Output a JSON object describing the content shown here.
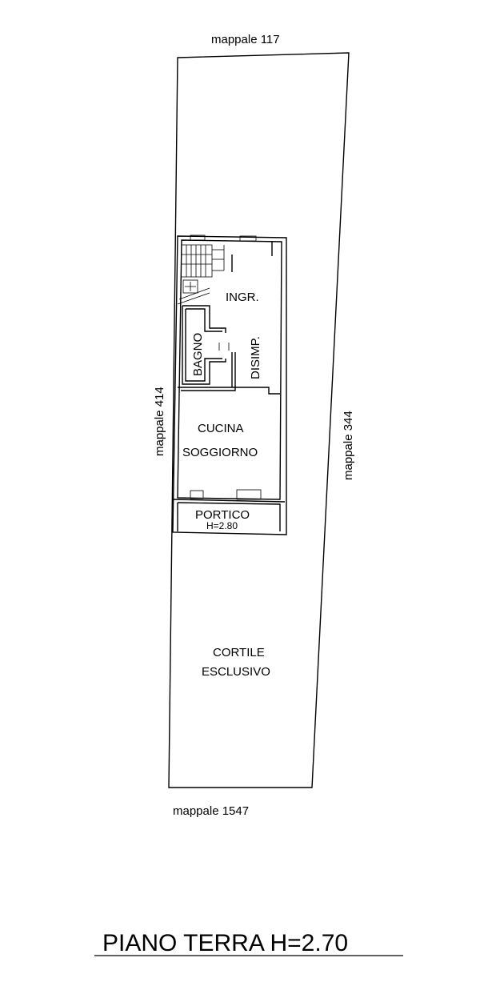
{
  "labels": {
    "north": "mappale  117",
    "west": "mappale  414",
    "east": "mappale  344",
    "south": "mappale  1547"
  },
  "rooms": {
    "ingresso": "INGR.",
    "bagno": "BAGNO",
    "disimpegno": "DISIMP.",
    "cucina": "CUCINA",
    "soggiorno": "SOGGIORNO",
    "portico": "PORTICO",
    "portico_height": "H=2.80",
    "cortile": "CORTILE",
    "esclusivo": "ESCLUSIVO"
  },
  "footer": {
    "title": "PIANO TERRA H=2.70"
  }
}
